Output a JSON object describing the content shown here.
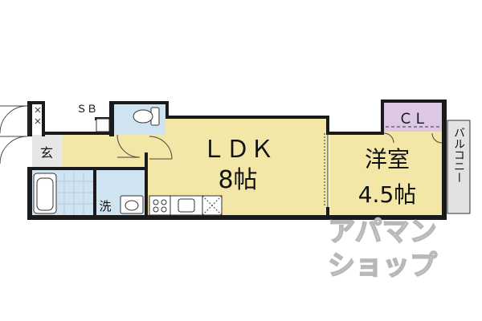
{
  "rooms": {
    "ldk": {
      "name": "ＬＤＫ",
      "size": "8帖",
      "fill": "#f2e7a6"
    },
    "western": {
      "name": "洋室",
      "size": "4.5帖",
      "fill": "#f2e7a6"
    },
    "closet": {
      "label": "ＣＬ",
      "fill": "#dcc8e4"
    },
    "balcony": {
      "label": "バルコニー",
      "fill": "#e2e2e2"
    },
    "entrance": {
      "label": "玄"
    },
    "washroom": {
      "label": "洗"
    },
    "shoe_box": {
      "label": "ＳＢ"
    },
    "bath_toilet_fill": "#cfe3f0"
  },
  "watermark": {
    "line1": "アパマン",
    "line2": "ショップ",
    "color": "#b8b8b8"
  },
  "colors": {
    "wall": "#1a1a1a"
  }
}
